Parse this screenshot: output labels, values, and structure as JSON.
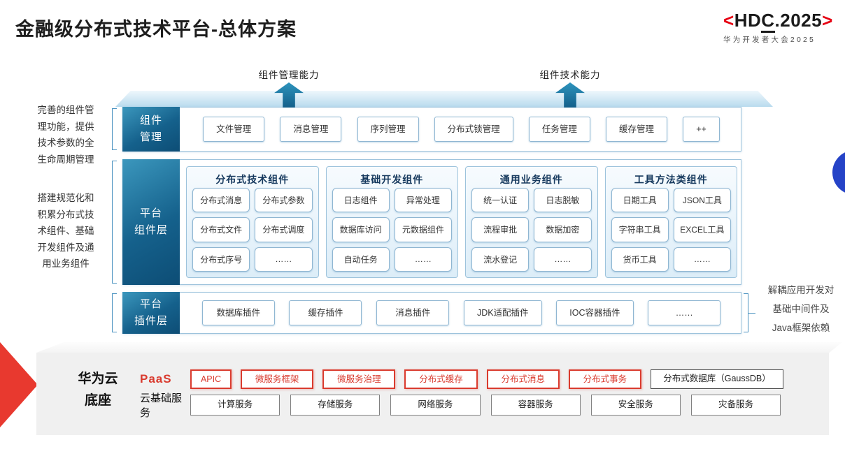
{
  "title": "金融级分布式技术平台-总体方案",
  "logo": {
    "open": "<",
    "prefix": "HD",
    "underlined": "C",
    "suffix": ".2025",
    "close": ">",
    "subtitle": "华为开发者大会2025"
  },
  "arrows": {
    "left_label": "组件管理能力",
    "right_label": "组件技术能力"
  },
  "left_notes": {
    "note1": "完善的组件管\n理功能，提供\n技术参数的全\n生命周期管理",
    "note2": "搭建规范化和\n积累分布式技\n术组件、基础\n开发组件及通\n用业务组件"
  },
  "right_note": "解耦应用开发对\n基础中间件及\nJava框架依赖",
  "rows": {
    "component_mgmt": {
      "label": "组件\n管理",
      "items": [
        "文件管理",
        "消息管理",
        "序列管理",
        "分布式锁管理",
        "任务管理",
        "缓存管理",
        "++"
      ]
    },
    "platform_components": {
      "label": "平台\n组件层",
      "columns": [
        {
          "header": "分布式技术组件",
          "items": [
            "分布式消息",
            "分布式参数",
            "分布式文件",
            "分布式调度",
            "分布式序号",
            "……"
          ]
        },
        {
          "header": "基础开发组件",
          "items": [
            "日志组件",
            "异常处理",
            "数据库访问",
            "元数据组件",
            "自动任务",
            "……"
          ]
        },
        {
          "header": "通用业务组件",
          "items": [
            "统一认证",
            "日志脱敏",
            "流程审批",
            "数据加密",
            "流水登记",
            "……"
          ]
        },
        {
          "header": "工具方法类组件",
          "items": [
            "日期工具",
            "JSON工具",
            "字符串工具",
            "EXCEL工具",
            "货币工具",
            "……"
          ]
        }
      ]
    },
    "platform_plugins": {
      "label": "平台\n插件层",
      "items": [
        "数据库插件",
        "缓存插件",
        "消息插件",
        "JDK适配插件",
        "IOC容器插件",
        "……"
      ]
    }
  },
  "foundation": {
    "label": "华为云\n底座",
    "paas": {
      "label": "PaaS",
      "red_items": [
        "APIC",
        "微服务框架",
        "微服务治理",
        "分布式缓存",
        "分布式消息",
        "分布式事务"
      ],
      "db_item": "分布式数据库（GaussDB）"
    },
    "cloud_base": {
      "label": "云基础服务",
      "items": [
        "计算服务",
        "存储服务",
        "网络服务",
        "容器服务",
        "安全服务",
        "灾备服务"
      ]
    }
  },
  "colors": {
    "brand_red": "#e60012",
    "paas_red": "#d93a2e",
    "label_blue_dark": "#0d4d75",
    "label_blue_light": "#3b97bd",
    "chip_border_blue": "#8fb6d2",
    "arrow_teal": "#1d7da7",
    "circle_blue": "#2543c7",
    "slab_gray": "#f0f0f0"
  }
}
